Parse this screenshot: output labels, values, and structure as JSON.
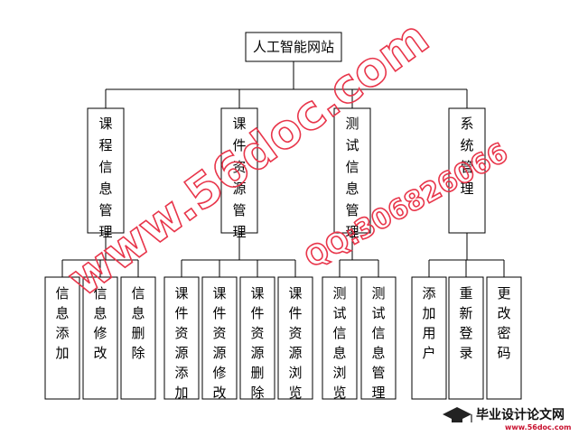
{
  "diagram": {
    "root": {
      "label": "人工智能网站"
    },
    "modules": [
      {
        "label": "课程信息管理",
        "children": [
          "信息添加",
          "信息修改",
          "信息删除"
        ]
      },
      {
        "label": "课件资源管理",
        "children": [
          "课件资源添加",
          "课件资源修改",
          "课件资源删除",
          "课件资源浏览"
        ]
      },
      {
        "label": "测试信息管理",
        "children": [
          "测试信息浏览",
          "测试信息管理"
        ]
      },
      {
        "label": "系统管理",
        "children": [
          "添加用户",
          "重新登录",
          "更改密码"
        ]
      }
    ]
  },
  "watermark": {
    "site": "www.56doc.com",
    "qq": "QQ:306826066",
    "color": "#e8354a"
  },
  "footer": {
    "title": "毕业设计论文网",
    "url": "www.56doc.com",
    "color": "#c8102e"
  }
}
